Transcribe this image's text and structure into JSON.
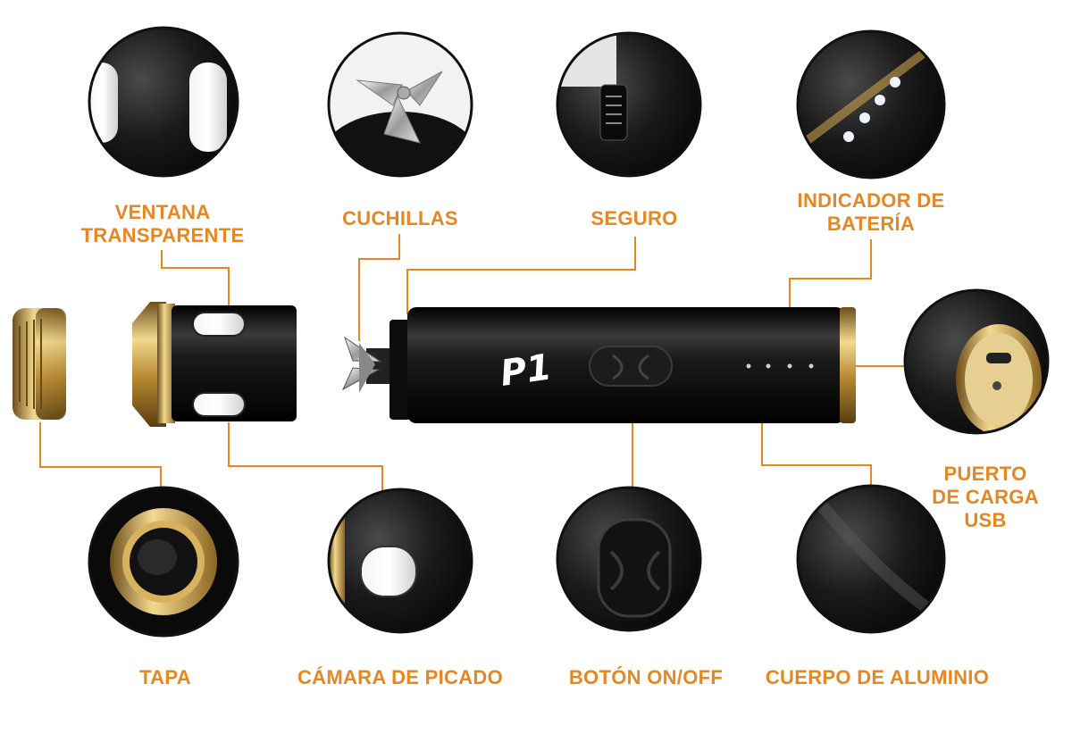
{
  "colors": {
    "accent": "#e8861f",
    "body": "#141414",
    "gold": "#c9a04a",
    "led": "#dfe8ff"
  },
  "product": {
    "logo": "P1"
  },
  "callouts": {
    "ventana": {
      "line1": "VENTANA",
      "line2": "TRANSPARENTE"
    },
    "cuchillas": "CUCHILLAS",
    "seguro": "SEGURO",
    "indicador": {
      "line1": "INDICADOR DE",
      "line2": "BATERÍA"
    },
    "puerto": {
      "line1": "PUERTO",
      "line2": "DE CARGA",
      "line3": "USB"
    },
    "tapa": "TAPA",
    "camara": "CÁMARA DE PICADO",
    "boton": "BOTÓN ON/OFF",
    "cuerpo": "CUERPO DE ALUMINIO"
  }
}
